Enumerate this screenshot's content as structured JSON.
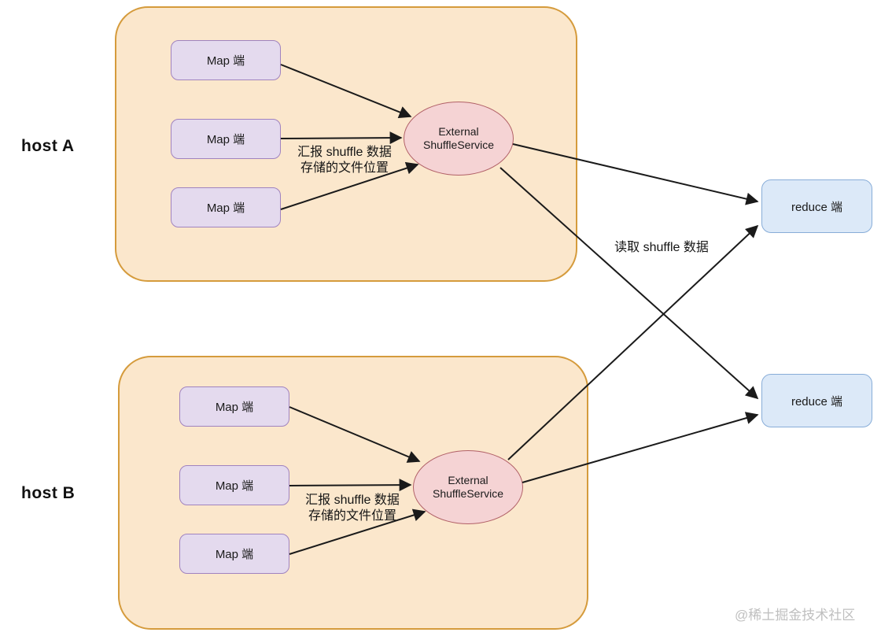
{
  "diagram": {
    "title_context": "Spark External Shuffle Service diagram",
    "hosts": {
      "host_a_label": "host A",
      "host_b_label": "host B"
    },
    "nodes": {
      "map_label": "Map 端",
      "shuffle_service_line1": "External",
      "shuffle_service_line2": "ShuffleService",
      "reduce_label": "reduce 端"
    },
    "annotations": {
      "report_line1": "汇报 shuffle 数据",
      "report_line2": "存储的文件位置",
      "read_label": "读取 shuffle 数据"
    },
    "watermark": "@稀土掘金技术社区",
    "colors": {
      "host_fill": "#fbe7cc",
      "host_border": "#d59b3c",
      "map_fill": "#e4daee",
      "map_border": "#a083bf",
      "ellipse_fill": "#f5d3d4",
      "ellipse_border": "#b16067",
      "reduce_fill": "#dce9f8",
      "reduce_border": "#88add8",
      "arrow": "#1a1a1a",
      "watermark_text": "#bfbfbf"
    }
  }
}
